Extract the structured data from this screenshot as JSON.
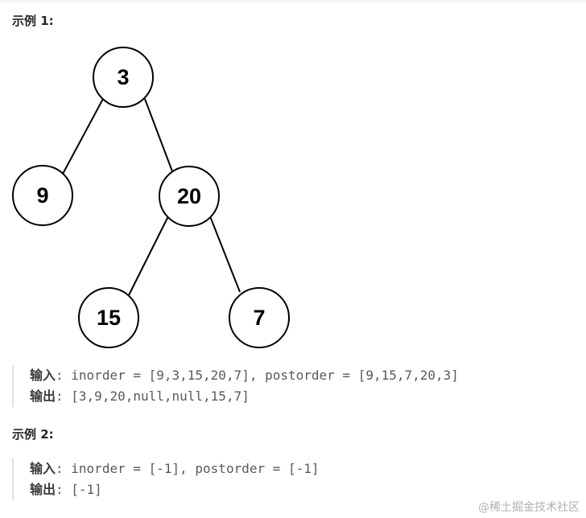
{
  "example1": {
    "title": "示例 1:",
    "tree": {
      "nodes": [
        {
          "id": "n3",
          "label": "3"
        },
        {
          "id": "n9",
          "label": "9"
        },
        {
          "id": "n20",
          "label": "20"
        },
        {
          "id": "n15",
          "label": "15"
        },
        {
          "id": "n7",
          "label": "7"
        }
      ],
      "edges": [
        {
          "from": "n3",
          "to": "n9"
        },
        {
          "from": "n3",
          "to": "n20"
        },
        {
          "from": "n20",
          "to": "n15"
        },
        {
          "from": "n20",
          "to": "n7"
        }
      ]
    },
    "input_key": "输入",
    "input_value": ": inorder = [9,3,15,20,7], postorder = [9,15,7,20,3]",
    "output_key": "输出",
    "output_value": ": [3,9,20,null,null,15,7]"
  },
  "example2": {
    "title": "示例 2:",
    "input_key": "输入",
    "input_value": ": inorder = [-1], postorder = [-1]",
    "output_key": "输出",
    "output_value": ": [-1]"
  },
  "watermark": "@稀土掘金技术社区"
}
